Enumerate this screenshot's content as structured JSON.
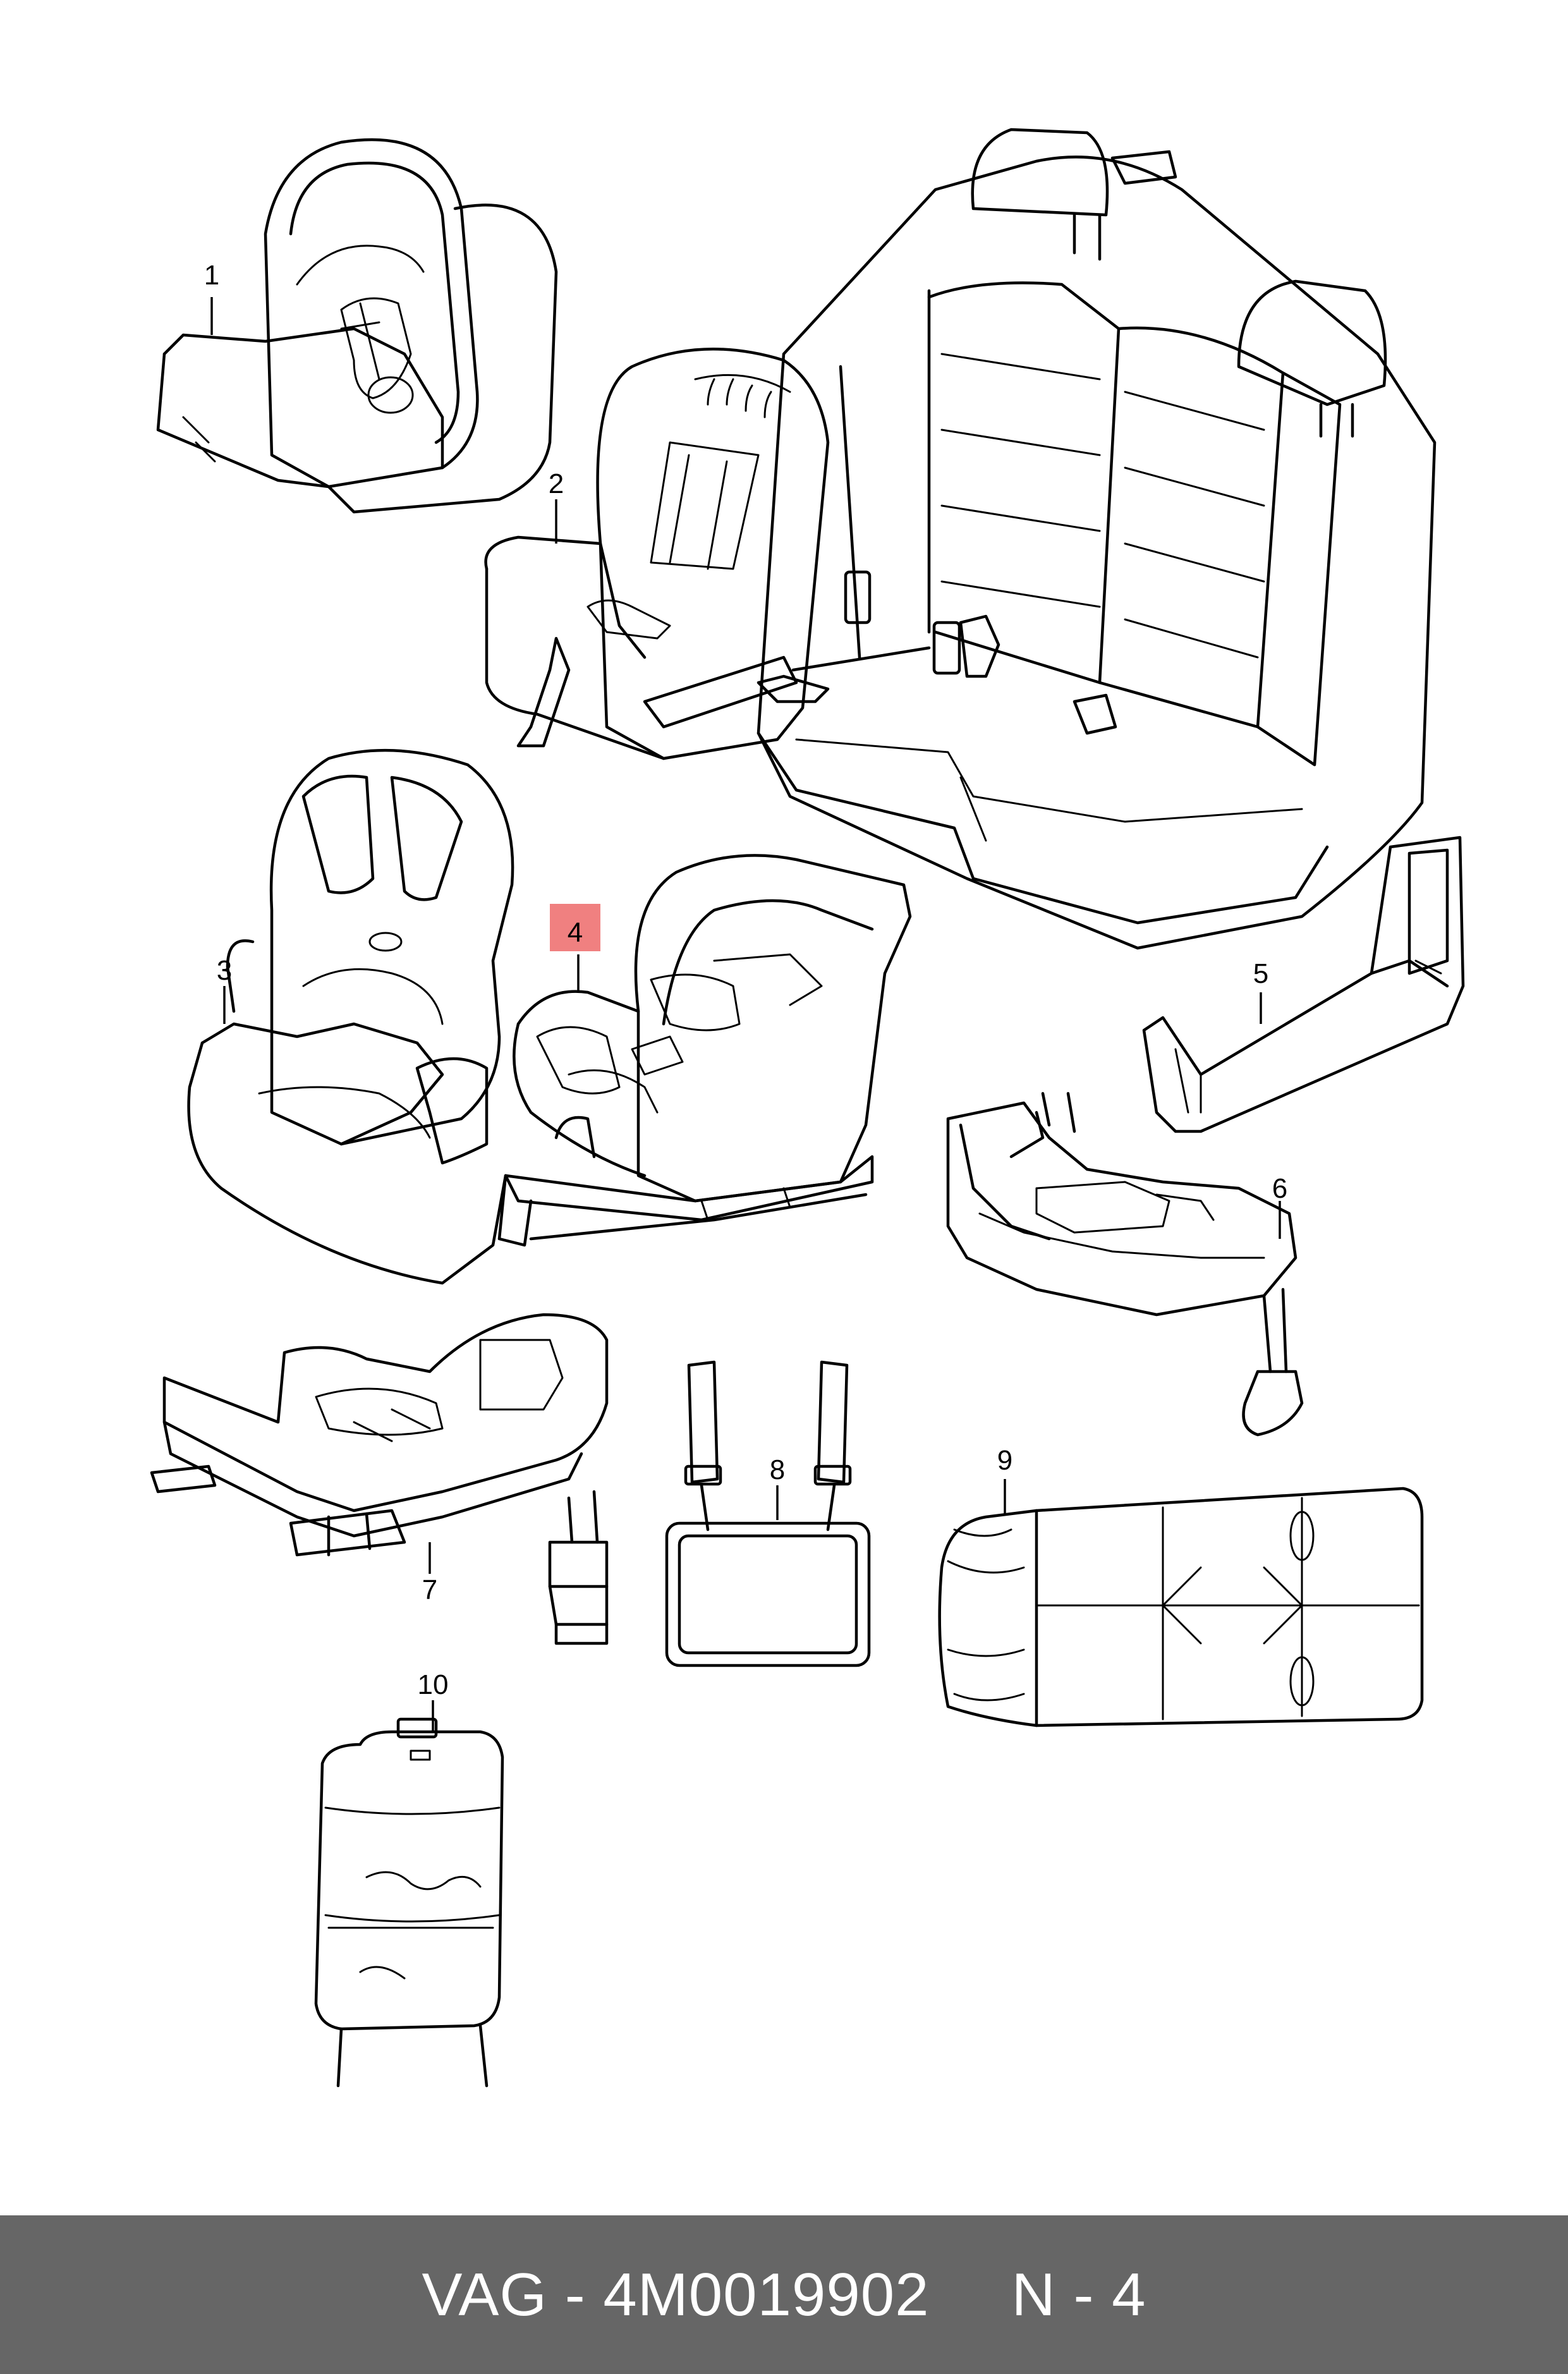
{
  "callouts": {
    "c1": "1",
    "c2": "2",
    "c3": "3",
    "c4": "4",
    "c5": "5",
    "c6": "6",
    "c7": "7",
    "c8": "8",
    "c9": "9",
    "c10": "10"
  },
  "highlight_color": "#f08080",
  "footer": {
    "part_number": "VAG - 4M0019902",
    "position": "N - 4"
  }
}
